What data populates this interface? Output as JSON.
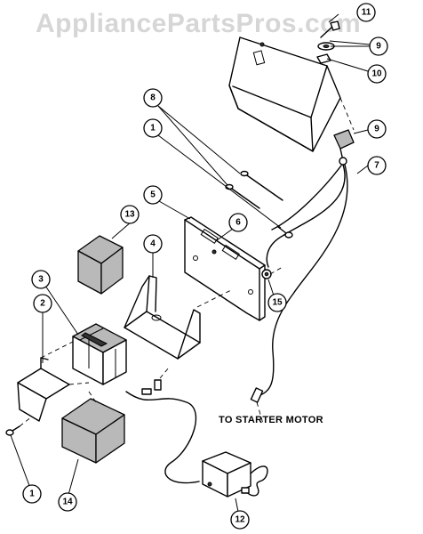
{
  "watermark": "AppliancePartsPros.com",
  "callouts": {
    "c1a": "1",
    "c1b": "1",
    "c2": "2",
    "c3": "3",
    "c4": "4",
    "c5": "5",
    "c6": "6",
    "c7": "7",
    "c8": "8",
    "c9a": "9",
    "c9b": "9",
    "c10": "10",
    "c11": "11",
    "c12": "12",
    "c13": "13",
    "c14": "14",
    "c15": "15"
  },
  "annotation": "TO STARTER MOTOR"
}
